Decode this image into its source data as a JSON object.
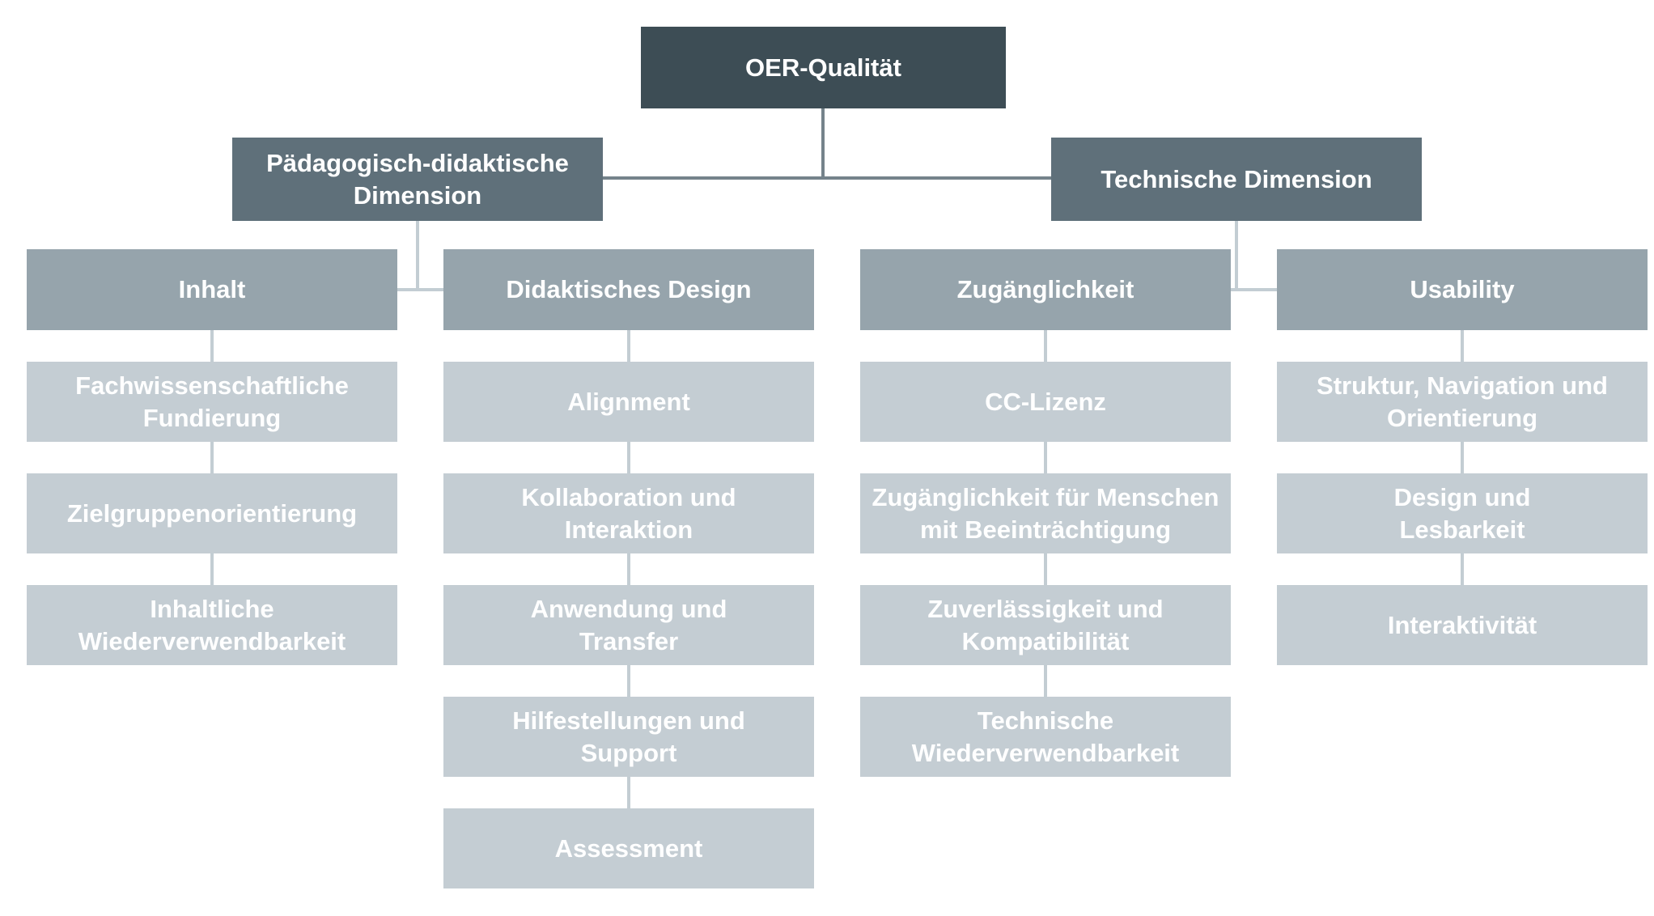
{
  "colors": {
    "level1": "#3d4d55",
    "level2": "#5f707a",
    "level3": "#96a4ac",
    "level4": "#c4cdd3",
    "line_dark": "#75838b",
    "line_light": "#c3cdd3",
    "text": "#ffffff",
    "background": "#ffffff"
  },
  "tree": {
    "root": {
      "label": "OER-Qualität"
    },
    "branches": [
      {
        "label": "Pädagogisch-didaktische\nDimension",
        "groups": [
          {
            "label": "Inhalt",
            "items": [
              "Fachwissenschaftliche\nFundierung",
              "Zielgruppenorientierung",
              "Inhaltliche\nWiederverwendbarkeit"
            ]
          },
          {
            "label": "Didaktisches Design",
            "items": [
              "Alignment",
              "Kollaboration und\nInteraktion",
              "Anwendung und\nTransfer",
              "Hilfestellungen und\nSupport",
              "Assessment"
            ]
          }
        ]
      },
      {
        "label": "Technische Dimension",
        "groups": [
          {
            "label": "Zugänglichkeit",
            "items": [
              "CC-Lizenz",
              "Zugänglichkeit für Menschen\nmit Beeinträchtigung",
              "Zuverlässigkeit und\nKompatibilität",
              "Technische\nWiederverwendbarkeit"
            ]
          },
          {
            "label": "Usability",
            "items": [
              "Struktur, Navigation und\nOrientierung",
              "Design und\nLesbarkeit",
              "Interaktivität"
            ]
          }
        ]
      }
    ]
  }
}
